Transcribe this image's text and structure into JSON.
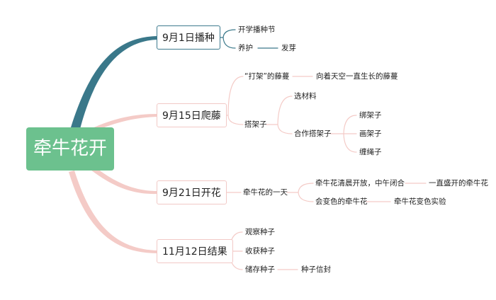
{
  "colors": {
    "root_fill": "#6cc18e",
    "teal_branch": "#3a788a",
    "pink_branch": "#f4cbc7"
  },
  "root": "牵牛花开",
  "branches": [
    {
      "label": "9月1日播种",
      "children": [
        {
          "label": "开学播种节"
        },
        {
          "label": "养护",
          "children": [
            {
              "label": "发芽"
            }
          ]
        }
      ]
    },
    {
      "label": "9月15日爬藤",
      "children": [
        {
          "label": "“打架”的藤蔓",
          "children": [
            {
              "label": "向着天空一直生长的藤蔓"
            }
          ]
        },
        {
          "label": "搭架子",
          "children": [
            {
              "label": "选材料"
            },
            {
              "label": "合作搭架子",
              "children": [
                {
                  "label": "绑架子"
                },
                {
                  "label": "画架子"
                },
                {
                  "label": "缠绳子"
                }
              ]
            }
          ]
        }
      ]
    },
    {
      "label": "9月21日开花",
      "children": [
        {
          "label": "牵牛花的一天",
          "children": [
            {
              "label": "牵牛花清晨开放，中午闭合",
              "children": [
                {
                  "label": "一直盛开的牵牛花"
                }
              ]
            },
            {
              "label": "会变色的牵牛花",
              "children": [
                {
                  "label": "牵牛花变色实验"
                }
              ]
            }
          ]
        }
      ]
    },
    {
      "label": "11月12日结果",
      "children": [
        {
          "label": "观察种子"
        },
        {
          "label": "收获种子"
        },
        {
          "label": "储存种子",
          "children": [
            {
              "label": "种子信封"
            }
          ]
        }
      ]
    }
  ]
}
